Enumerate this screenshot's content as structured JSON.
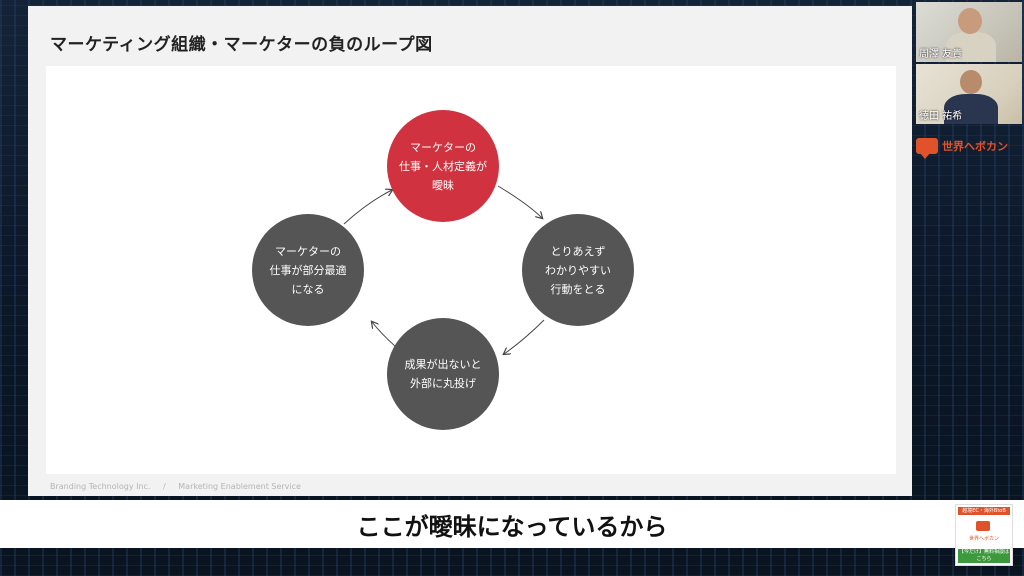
{
  "slide": {
    "title": "マーケティング組織・マーケターの負のループ図",
    "footer_company": "Branding Technology Inc.",
    "footer_separator": "/",
    "footer_service": "Marketing Enablement Service"
  },
  "diagram": {
    "nodes": [
      {
        "id": "top",
        "label": "マーケターの\n仕事・人材定義が\n曖昧",
        "color": "#d0333f"
      },
      {
        "id": "right",
        "label": "とりあえず\nわかりやすい\n行動をとる",
        "color": "#555555"
      },
      {
        "id": "bottom",
        "label": "成果が出ないと\n外部に丸投げ",
        "color": "#555555"
      },
      {
        "id": "left",
        "label": "マーケターの\n仕事が部分最適\nになる",
        "color": "#555555"
      }
    ]
  },
  "video": {
    "participant1": "周澤 友貴",
    "participant2": "徳田 祐希",
    "brand": "世界へボカン"
  },
  "subtitle": "ここが曖昧になっているから",
  "promo": {
    "top": "越境EC・海外BtoB",
    "mid": "世界へボカン",
    "bottom": "【今だけ】無料相談はこちら"
  }
}
